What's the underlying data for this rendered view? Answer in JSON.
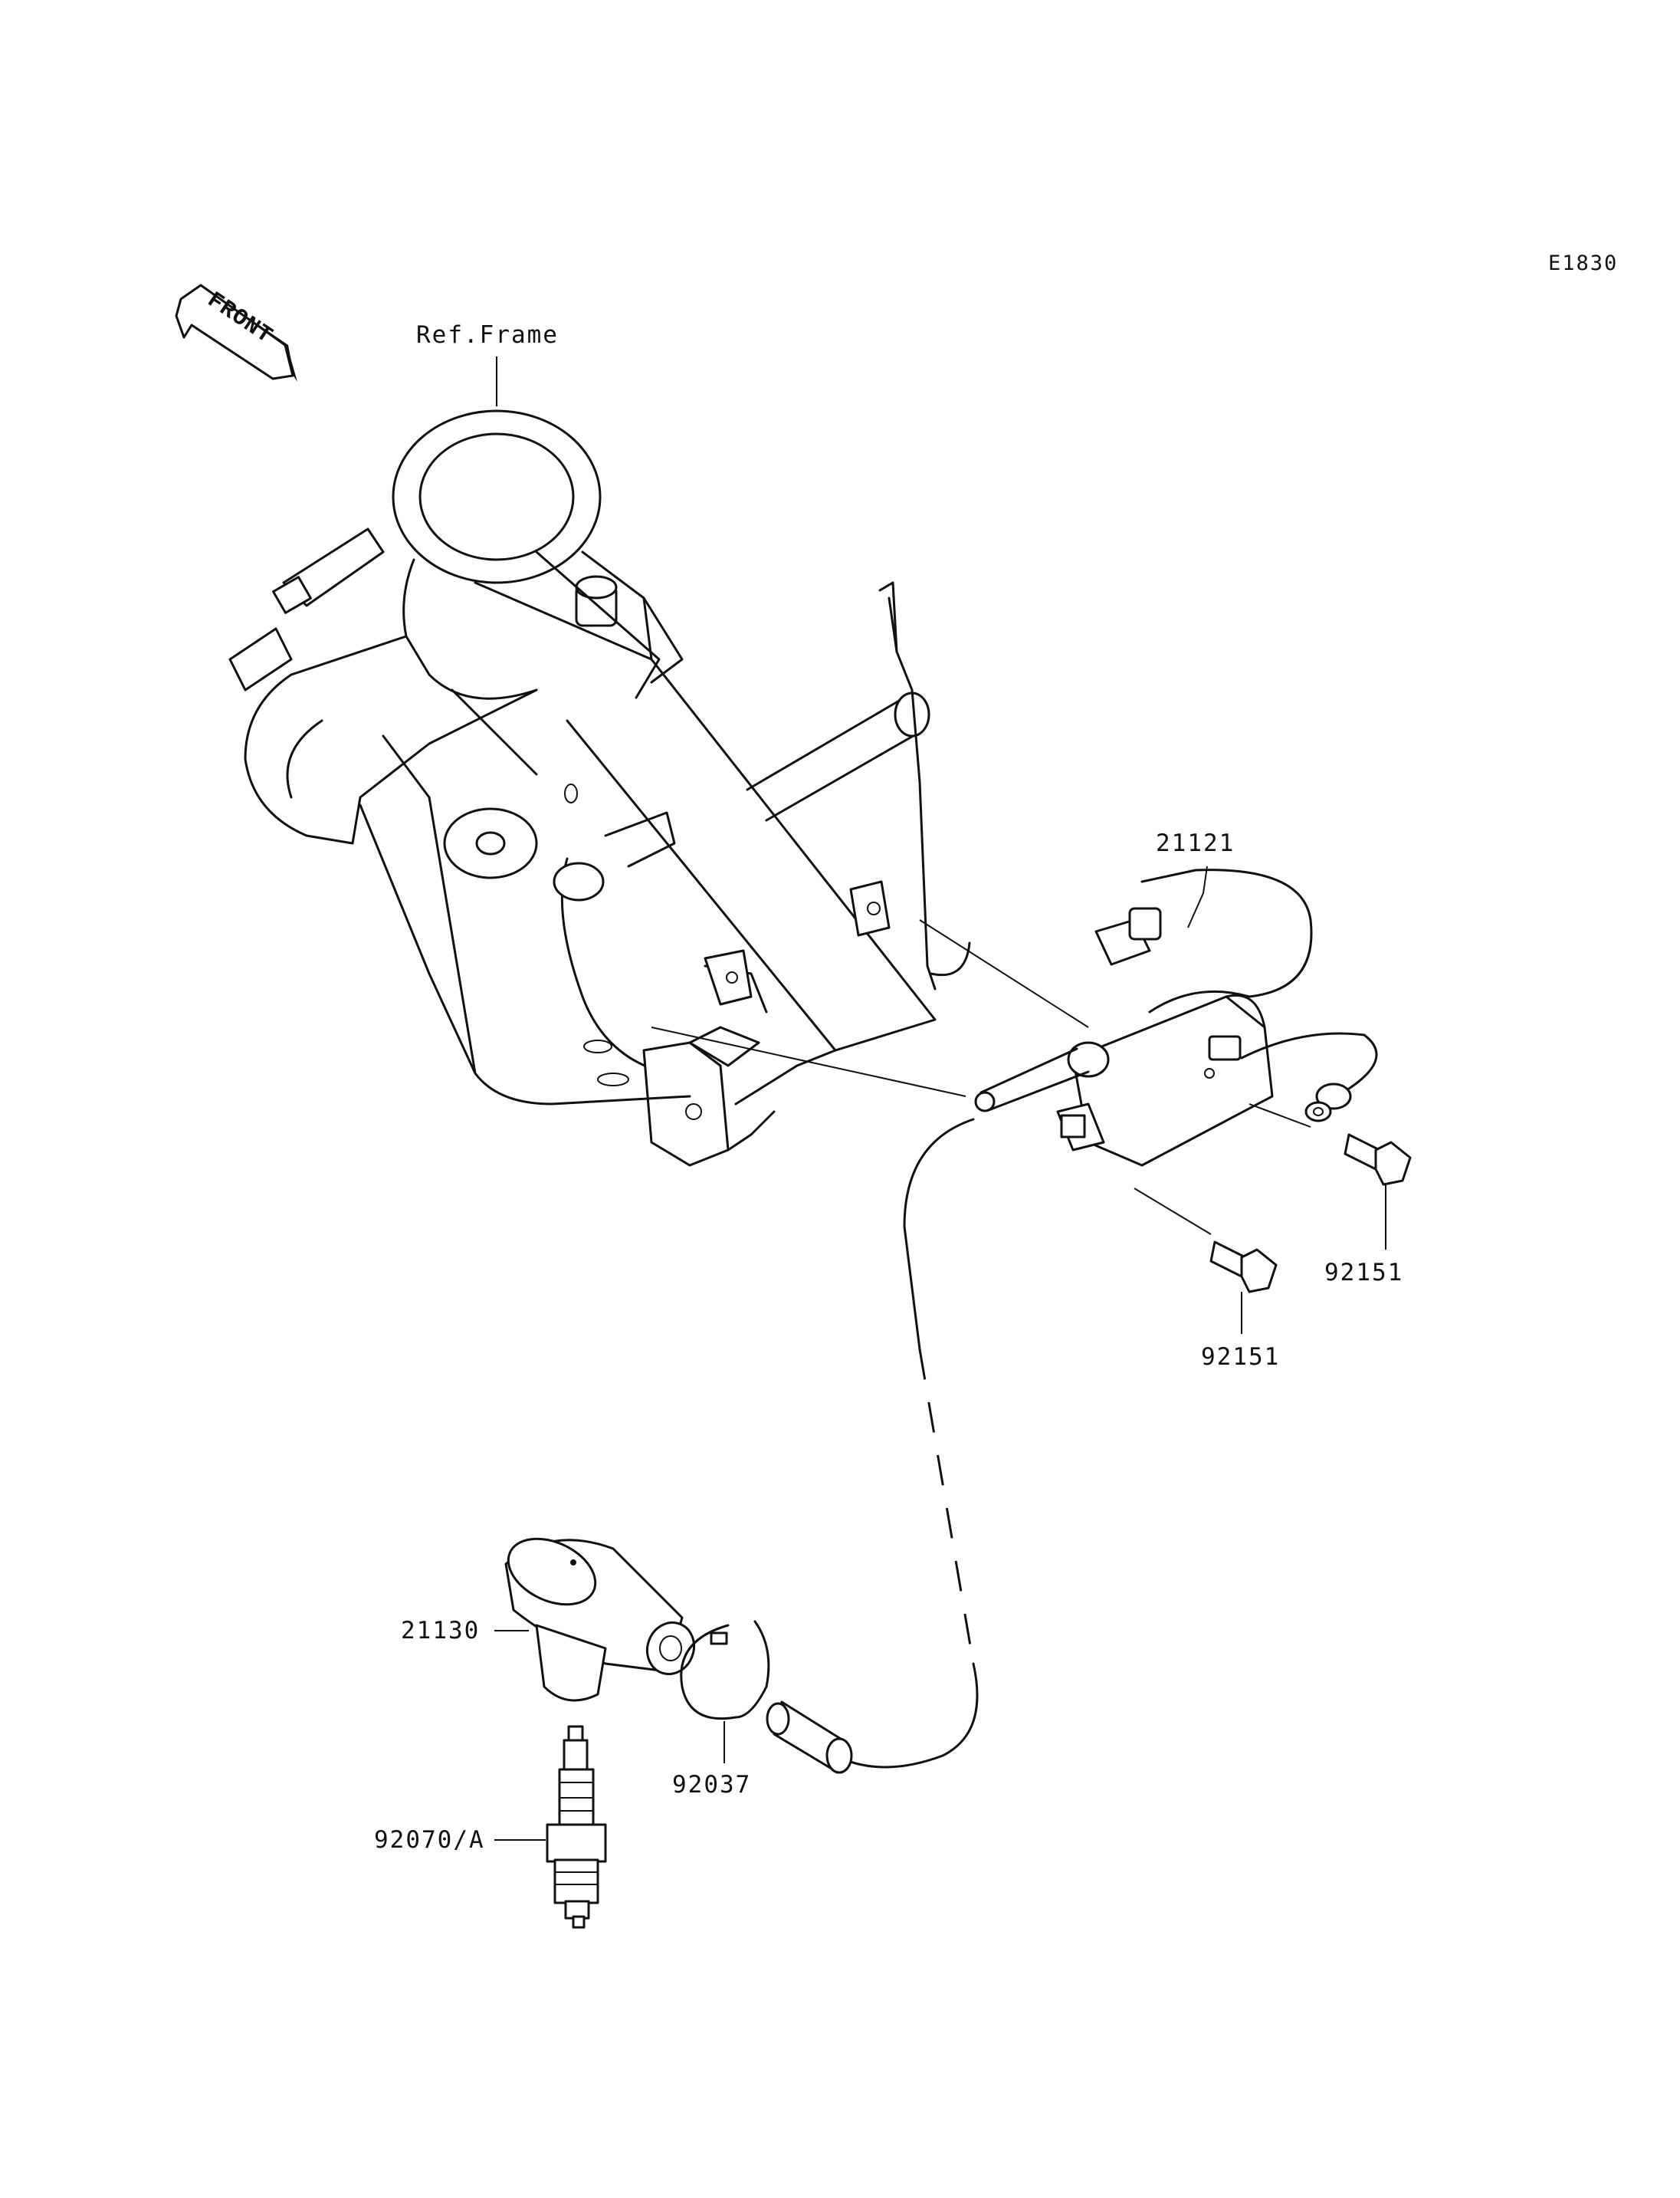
{
  "diagram_code": "E1830",
  "front_arrow_text": "FRONT",
  "labels": {
    "ref_frame": "Ref.Frame",
    "ignition_coil": "21121",
    "bolt_upper": "92151",
    "bolt_lower": "92151",
    "plug_cap": "21130",
    "clamp": "92037",
    "spark_plug": "92070/A"
  }
}
